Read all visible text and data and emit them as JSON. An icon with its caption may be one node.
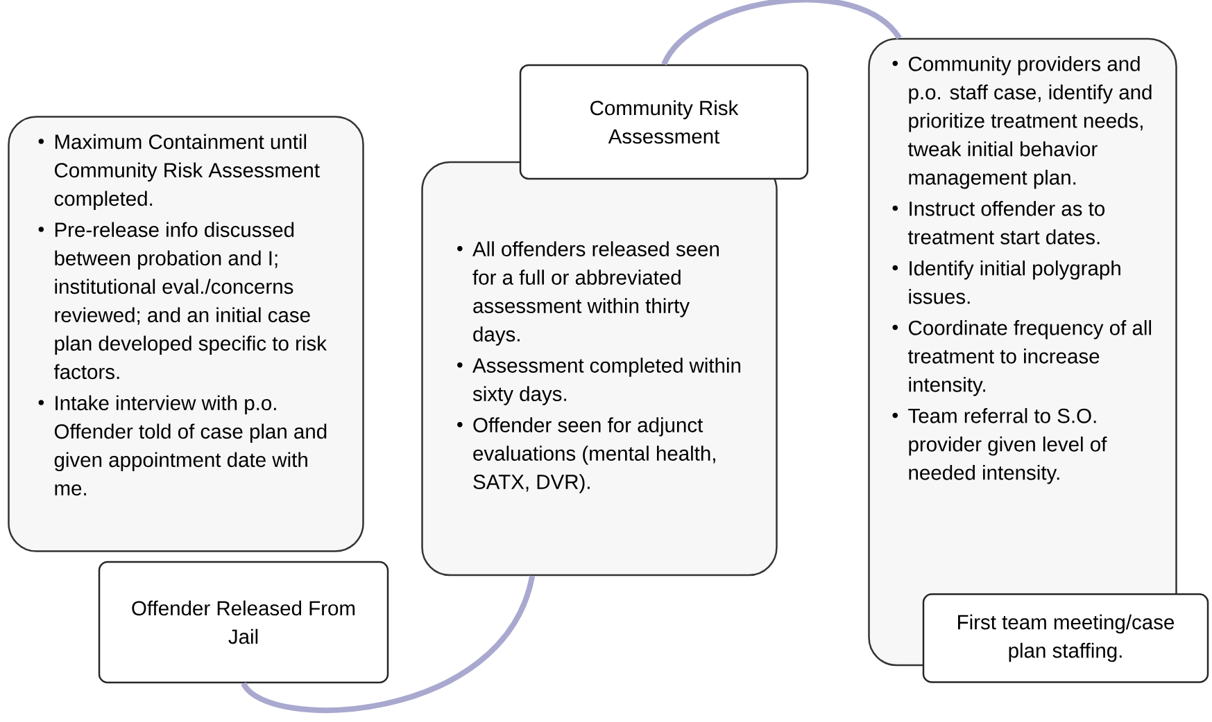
{
  "diagram": {
    "nodes": [
      {
        "text": [
          "Maximum Containment until Community Risk Assessment completed.",
          "Pre-release info discussed between probation and I; institutional eval./concerns reviewed; and an initial case plan developed specific to risk factors.",
          "Intake interview with p.o. Offender told of case plan and given appointment date with me."
        ]
      },
      {
        "text": [
          "Offender Released From Jail"
        ]
      },
      {
        "text": [
          "All offenders released seen for a full or abbreviated assessment within thirty days.",
          "Assessment completed within sixty days.",
          "Offender seen for adjunct evaluations (mental health, SATX, DVR)."
        ]
      },
      {
        "text": [
          "Community Risk Assessment"
        ]
      },
      {
        "text": [
          "Community providers and p.o. staff case, identify and prioritize treatment needs, tweak initial behavior management plan.",
          "Instruct offender as to treatment start dates.",
          "Identify initial polygraph issues.",
          "Coordinate frequency of all treatment to increase intensity.",
          "Team referral to S.O. provider given level of needed intensity."
        ]
      },
      {
        "text": [
          "First team meeting/case plan staffing."
        ]
      }
    ],
    "edges": [
      {
        "from": 1,
        "to": 2,
        "arrow": "none"
      },
      {
        "from": 3,
        "to": 4,
        "arrow": "none"
      }
    ]
  }
}
